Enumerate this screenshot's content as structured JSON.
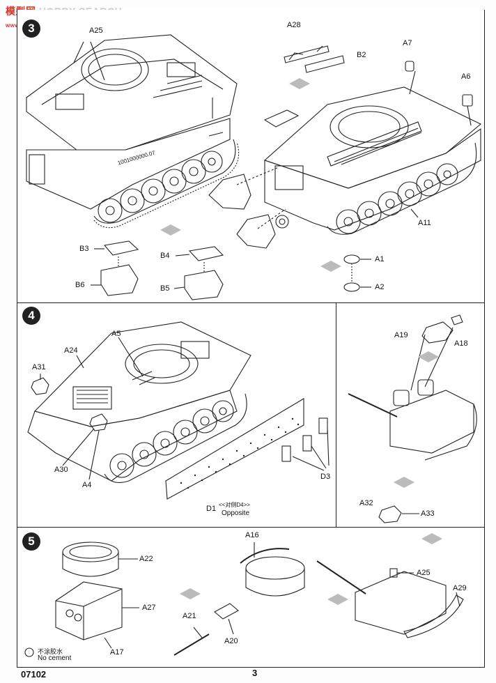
{
  "watermark": {
    "site": "模型网",
    "brand": "HOBBY SEARCH",
    "url": "www.hobby.cn"
  },
  "step3": {
    "parts": {
      "a25": "A25",
      "a28": "A28",
      "b2": "B2",
      "a7": "A7",
      "a6": "A6",
      "a11": "A11",
      "a1": "A1",
      "a2": "A2",
      "b3": "B3",
      "b6": "B6",
      "b4": "B4",
      "b5": "B5"
    },
    "hull_text": "1001000000.07"
  },
  "step4": {
    "number": "4",
    "parts": {
      "a5": "A5",
      "a24": "A24",
      "a31": "A31",
      "a30": "A30",
      "a4": "A4",
      "d1": "D1",
      "d3": "D3",
      "a19": "A19",
      "a18": "A18",
      "a32": "A32",
      "a33": "A33"
    },
    "opposite_cn": "<<对侧D4>>",
    "opposite_en": "Opposite"
  },
  "step5": {
    "number": "5",
    "parts": {
      "a22": "A22",
      "a27": "A27",
      "a17": "A17",
      "a16": "A16",
      "a21": "A21",
      "a20": "A20",
      "a25": "A25",
      "a29": "A29"
    },
    "no_cement_cn": "不涂胶水",
    "no_cement_en": "No cement"
  },
  "footer": {
    "kit_number": "07102",
    "page_number": "3"
  }
}
